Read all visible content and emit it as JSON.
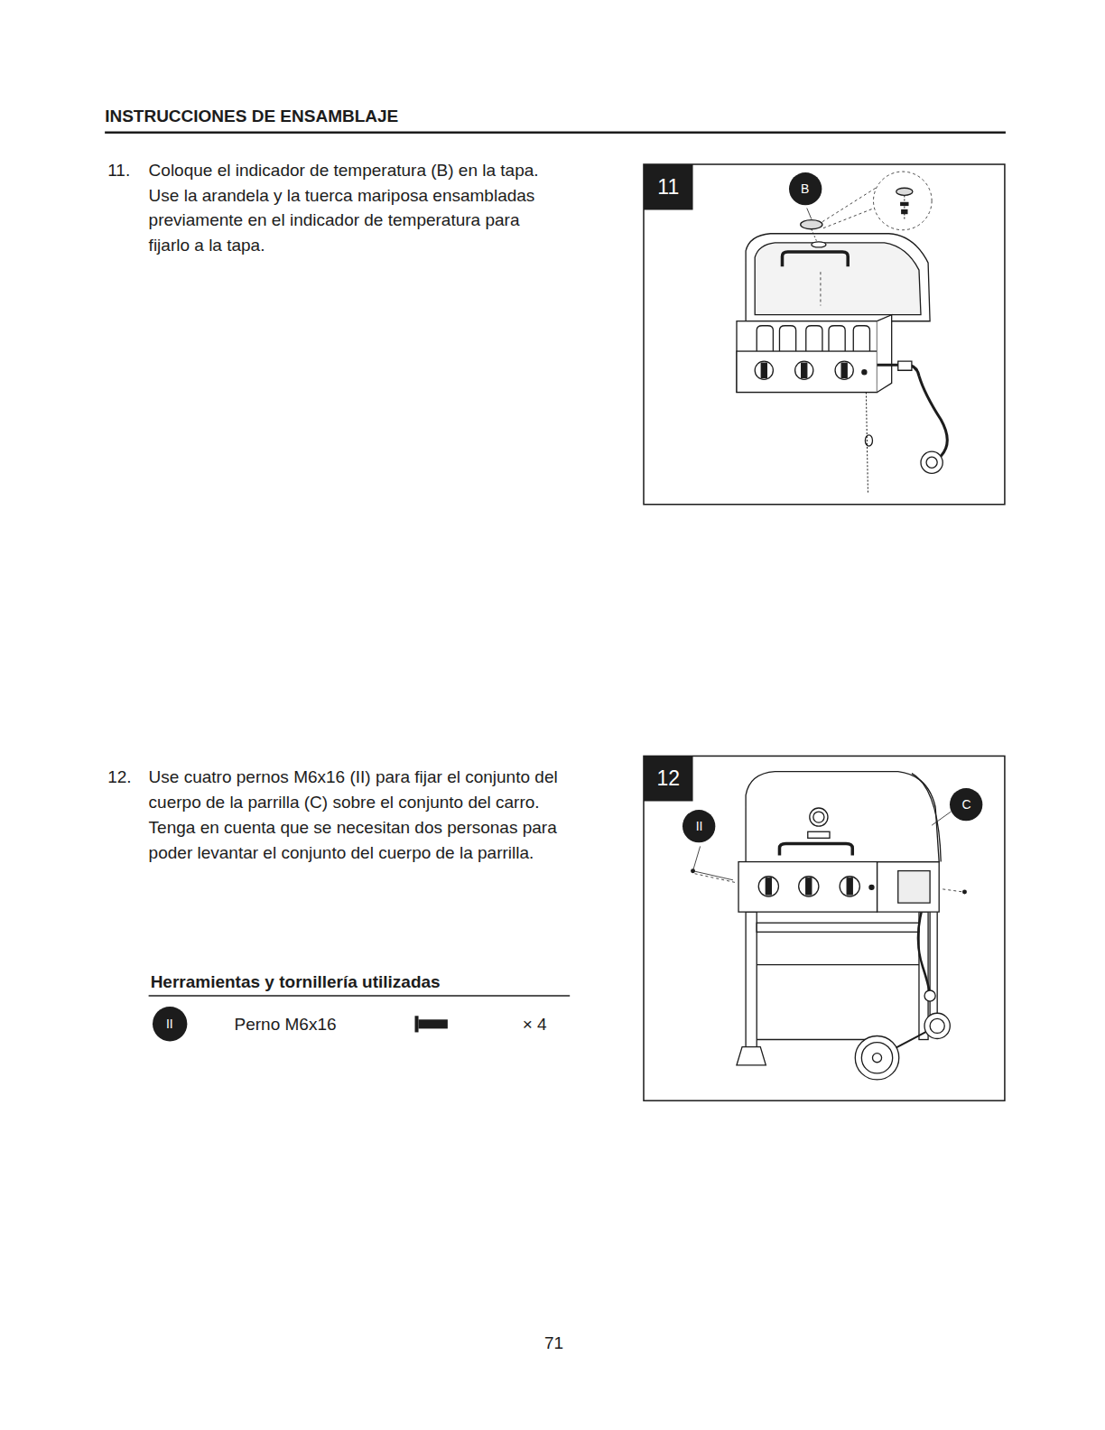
{
  "diagram": {
    "title": "INSTRUCCIONES DE ENSAMBLAJE",
    "nodes": [
      {
        "text": [
          "11"
        ]
      },
      {
        "text": [
          "B"
        ]
      },
      {
        "text": [
          "12"
        ]
      },
      {
        "text": [
          "II"
        ]
      },
      {
        "text": [
          "C"
        ]
      },
      {
        "text": [
          "II"
        ]
      }
    ],
    "labels": [
      "11.",
      "Coloque el indicador de temperatura (B) en la tapa. Use la arandela y la tuerca mariposa ensambladas previamente en el indicador de temperatura para fijarlo a la tapa.",
      "12.",
      "Use cuatro pernos M6x16 (II) para fijar el conjunto del cuerpo de la parrilla (C) sobre el conjunto del carro. Tenga en cuenta que se necesitan dos personas para poder levantar el conjunto del cuerpo de la parrilla.",
      "Herramientas y tornillería utilizadas",
      "Perno M6x16",
      "× 4",
      "71"
    ]
  }
}
